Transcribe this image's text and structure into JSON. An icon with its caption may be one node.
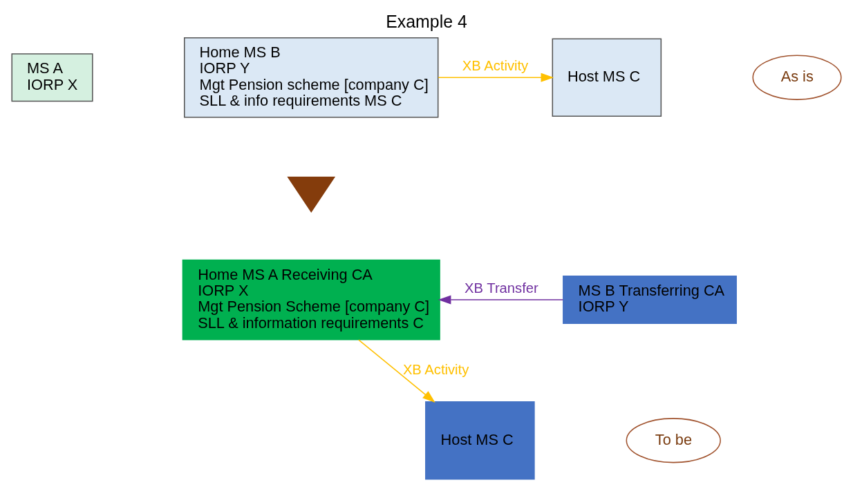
{
  "diagram": {
    "title": "Example 4",
    "nodes": [
      {
        "text": [
          "MS A",
          "IORP X"
        ]
      },
      {
        "text": [
          "Home MS B",
          "IORP Y",
          "Mgt Pension scheme [company C]",
          "SLL & info requirements MS C"
        ]
      },
      {
        "text": [
          "Host MS C"
        ]
      },
      {
        "text": [
          "As is"
        ]
      },
      {
        "text": [],
        "shape": "arrow"
      },
      {
        "text": [
          "Home MS A Receiving CA",
          "IORP X",
          "Mgt Pension Scheme [company C]",
          "SLL & information requirements C"
        ]
      },
      {
        "text": [
          "MS B Transferring CA",
          "IORP Y"
        ]
      },
      {
        "text": [
          "To be"
        ]
      },
      {
        "text": [
          "Host MS C"
        ]
      }
    ],
    "edges": [
      {
        "from": 1,
        "to": 2,
        "arrow": "to",
        "label": "XB Activity",
        "color": "#ffc000"
      },
      {
        "from": 6,
        "to": 5,
        "arrow": "to",
        "label": "XB Transfer",
        "color": "#7030a0"
      },
      {
        "from": 5,
        "to": 8,
        "arrow": "to",
        "label": "XB Activity",
        "color": "#ffc000"
      }
    ]
  }
}
